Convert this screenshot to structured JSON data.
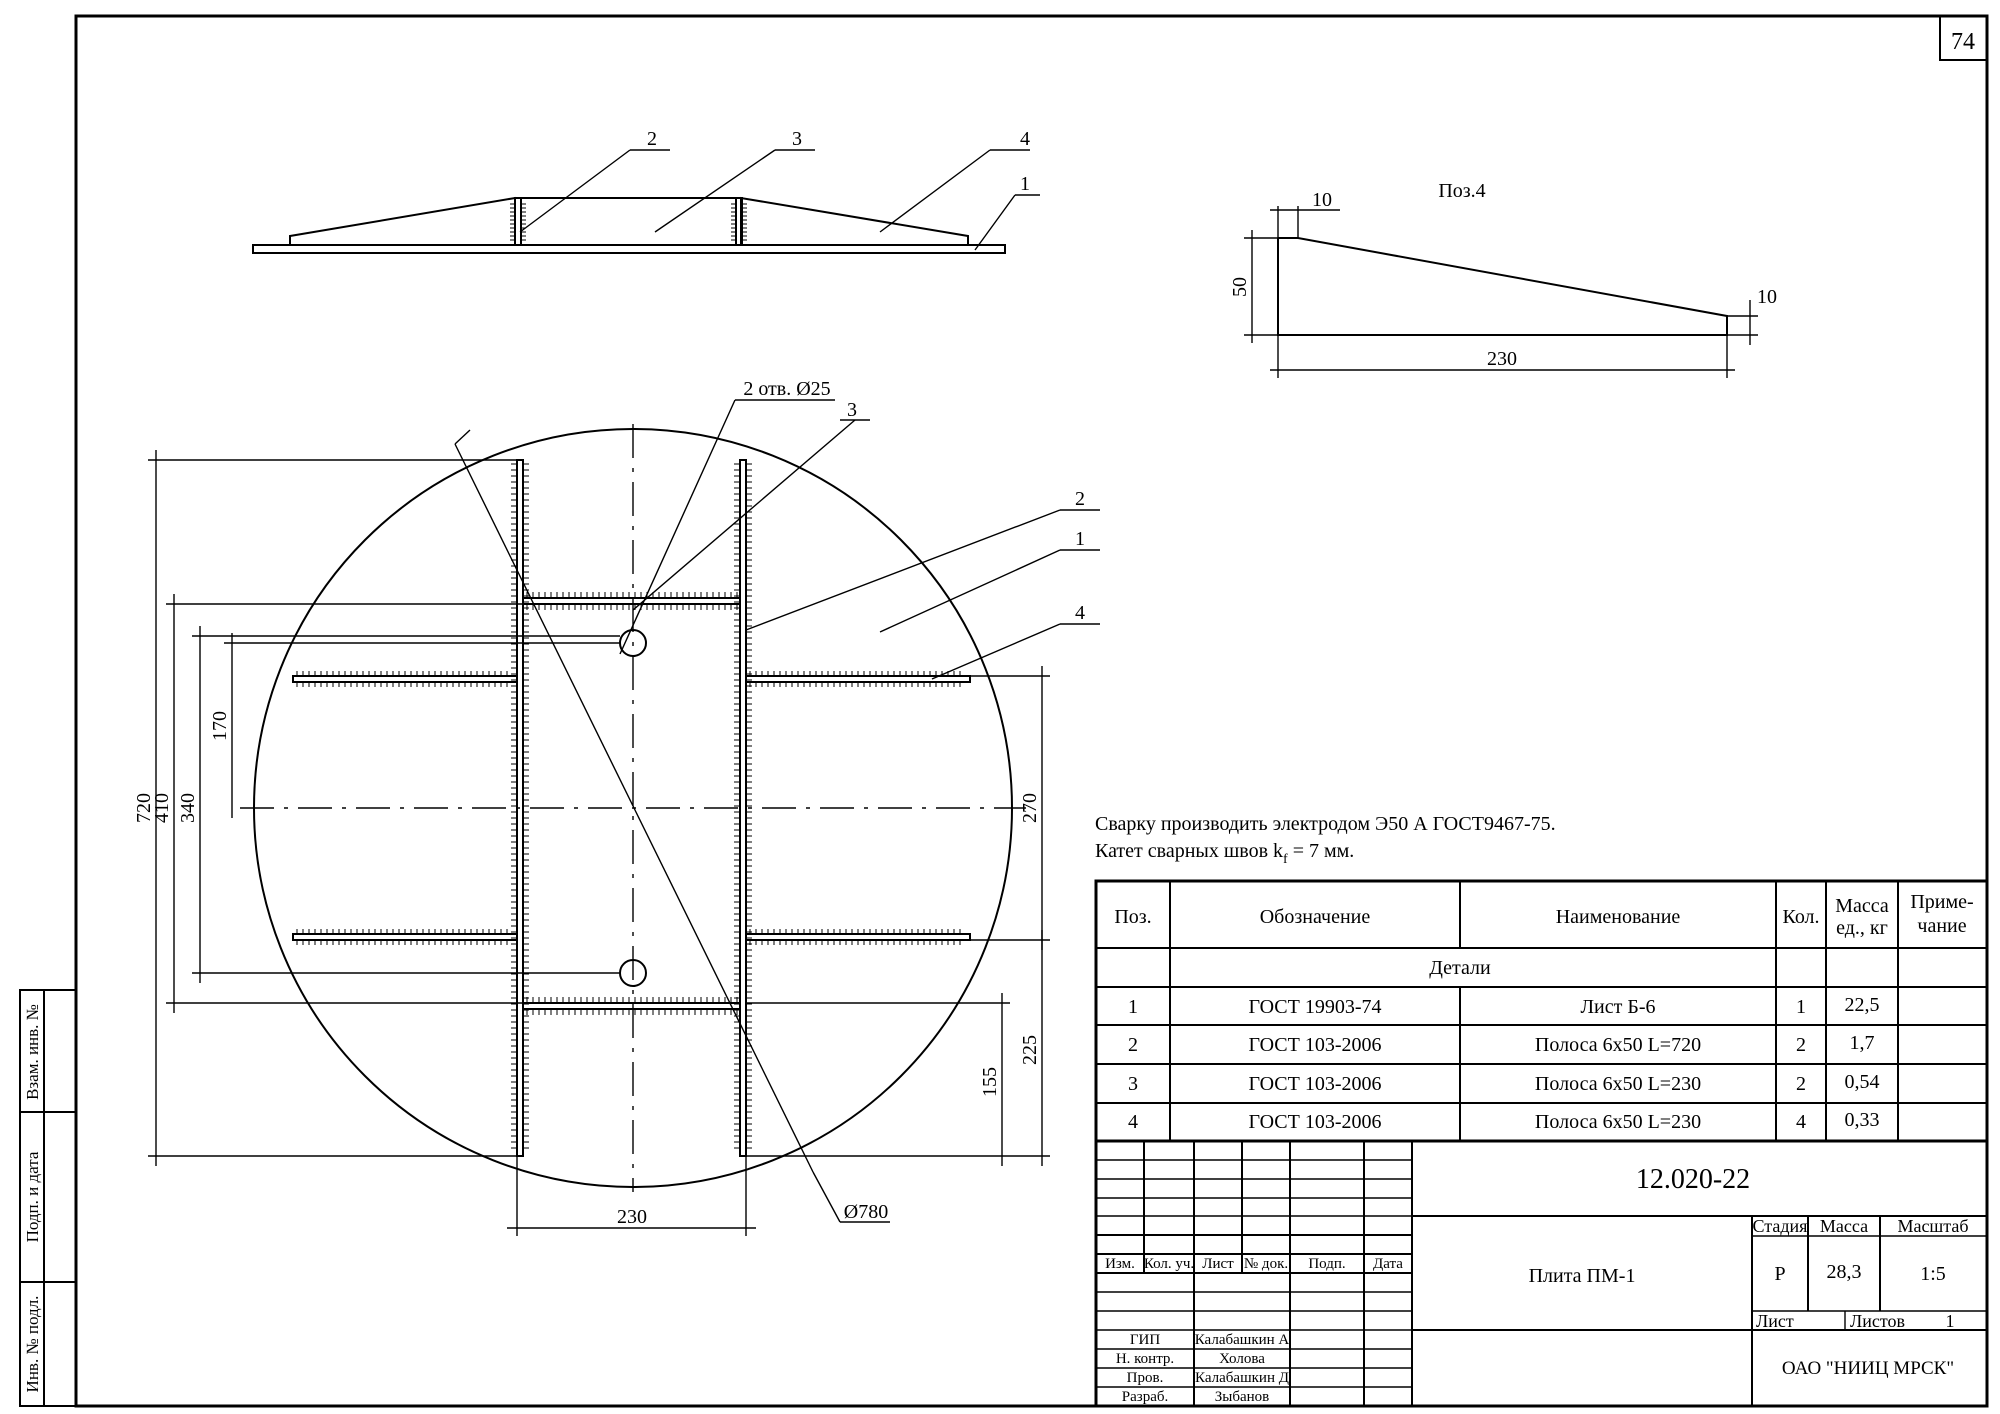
{
  "sheet": {
    "number": "74"
  },
  "side_stamp": {
    "inv_zam": "Взам. инв. №",
    "podp_data": "Подп. и дата",
    "inv_podl": "Инв. № подл."
  },
  "elevation": {
    "callouts": [
      "2",
      "3",
      "4",
      "1"
    ]
  },
  "detail": {
    "title": "Поз.4",
    "dim_top": "10",
    "dim_right": "10",
    "dim_height": "50",
    "dim_length": "230"
  },
  "plan": {
    "hole_label": "2 отв. Ø25",
    "callout_3": "3",
    "callout_2": "2",
    "callout_1": "1",
    "callout_4": "4",
    "dim_720": "720",
    "dim_410": "410",
    "dim_340": "340",
    "dim_170": "170",
    "dim_270": "270",
    "dim_225": "225",
    "dim_155": "155",
    "dim_230": "230",
    "dim_diameter": "Ø780"
  },
  "notes": {
    "line1": "Сварку производить электродом Э50 А ГОСТ9467-75.",
    "line2_prefix": "Катет сварных швов k",
    "line2_sub": "f",
    "line2_suffix": " = 7 мм."
  },
  "spec_table": {
    "headers": {
      "pos": "Поз.",
      "designation": "Обозначение",
      "name": "Наименование",
      "qty": "Кол.",
      "mass_1": "Масса",
      "mass_2": "ед., кг",
      "note_1": "Приме-",
      "note_2": "чание"
    },
    "section": "Детали",
    "rows": [
      {
        "pos": "1",
        "designation": "ГОСТ 19903-74",
        "name": "Лист Б-6",
        "qty": "1",
        "mass": "22,5"
      },
      {
        "pos": "2",
        "designation": "ГОСТ 103-2006",
        "name": "Полоса 6х50 L=720",
        "qty": "2",
        "mass": "1,7"
      },
      {
        "pos": "3",
        "designation": "ГОСТ 103-2006",
        "name": "Полоса 6х50 L=230",
        "qty": "2",
        "mass": "0,54"
      },
      {
        "pos": "4",
        "designation": "ГОСТ 103-2006",
        "name": "Полоса 6х50 L=230",
        "qty": "4",
        "mass": "0,33"
      }
    ]
  },
  "title_block": {
    "doc_code": "12.020-22",
    "title": "Плита ПМ-1",
    "headers": {
      "izm": "Изм.",
      "kol_uch": "Кол. уч.",
      "list": "Лист",
      "n_dok": "№ док.",
      "podp": "Подп.",
      "data": "Дата"
    },
    "stage_label": "Стадия",
    "mass_label": "Масса",
    "scale_label": "Масштаб",
    "stage": "Р",
    "mass": "28,3",
    "scale": "1:5",
    "sheet_label": "Лист",
    "sheets_label": "Листов",
    "sheets": "1",
    "org": "ОАО \"НИИЦ МРСК\"",
    "roles": [
      {
        "role": "ГИП",
        "name": "Калабашкин А"
      },
      {
        "role": "Н. контр.",
        "name": "Холова"
      },
      {
        "role": "Пров.",
        "name": "Калабашкин Д"
      },
      {
        "role": "Разраб.",
        "name": "Зыбанов"
      }
    ]
  }
}
